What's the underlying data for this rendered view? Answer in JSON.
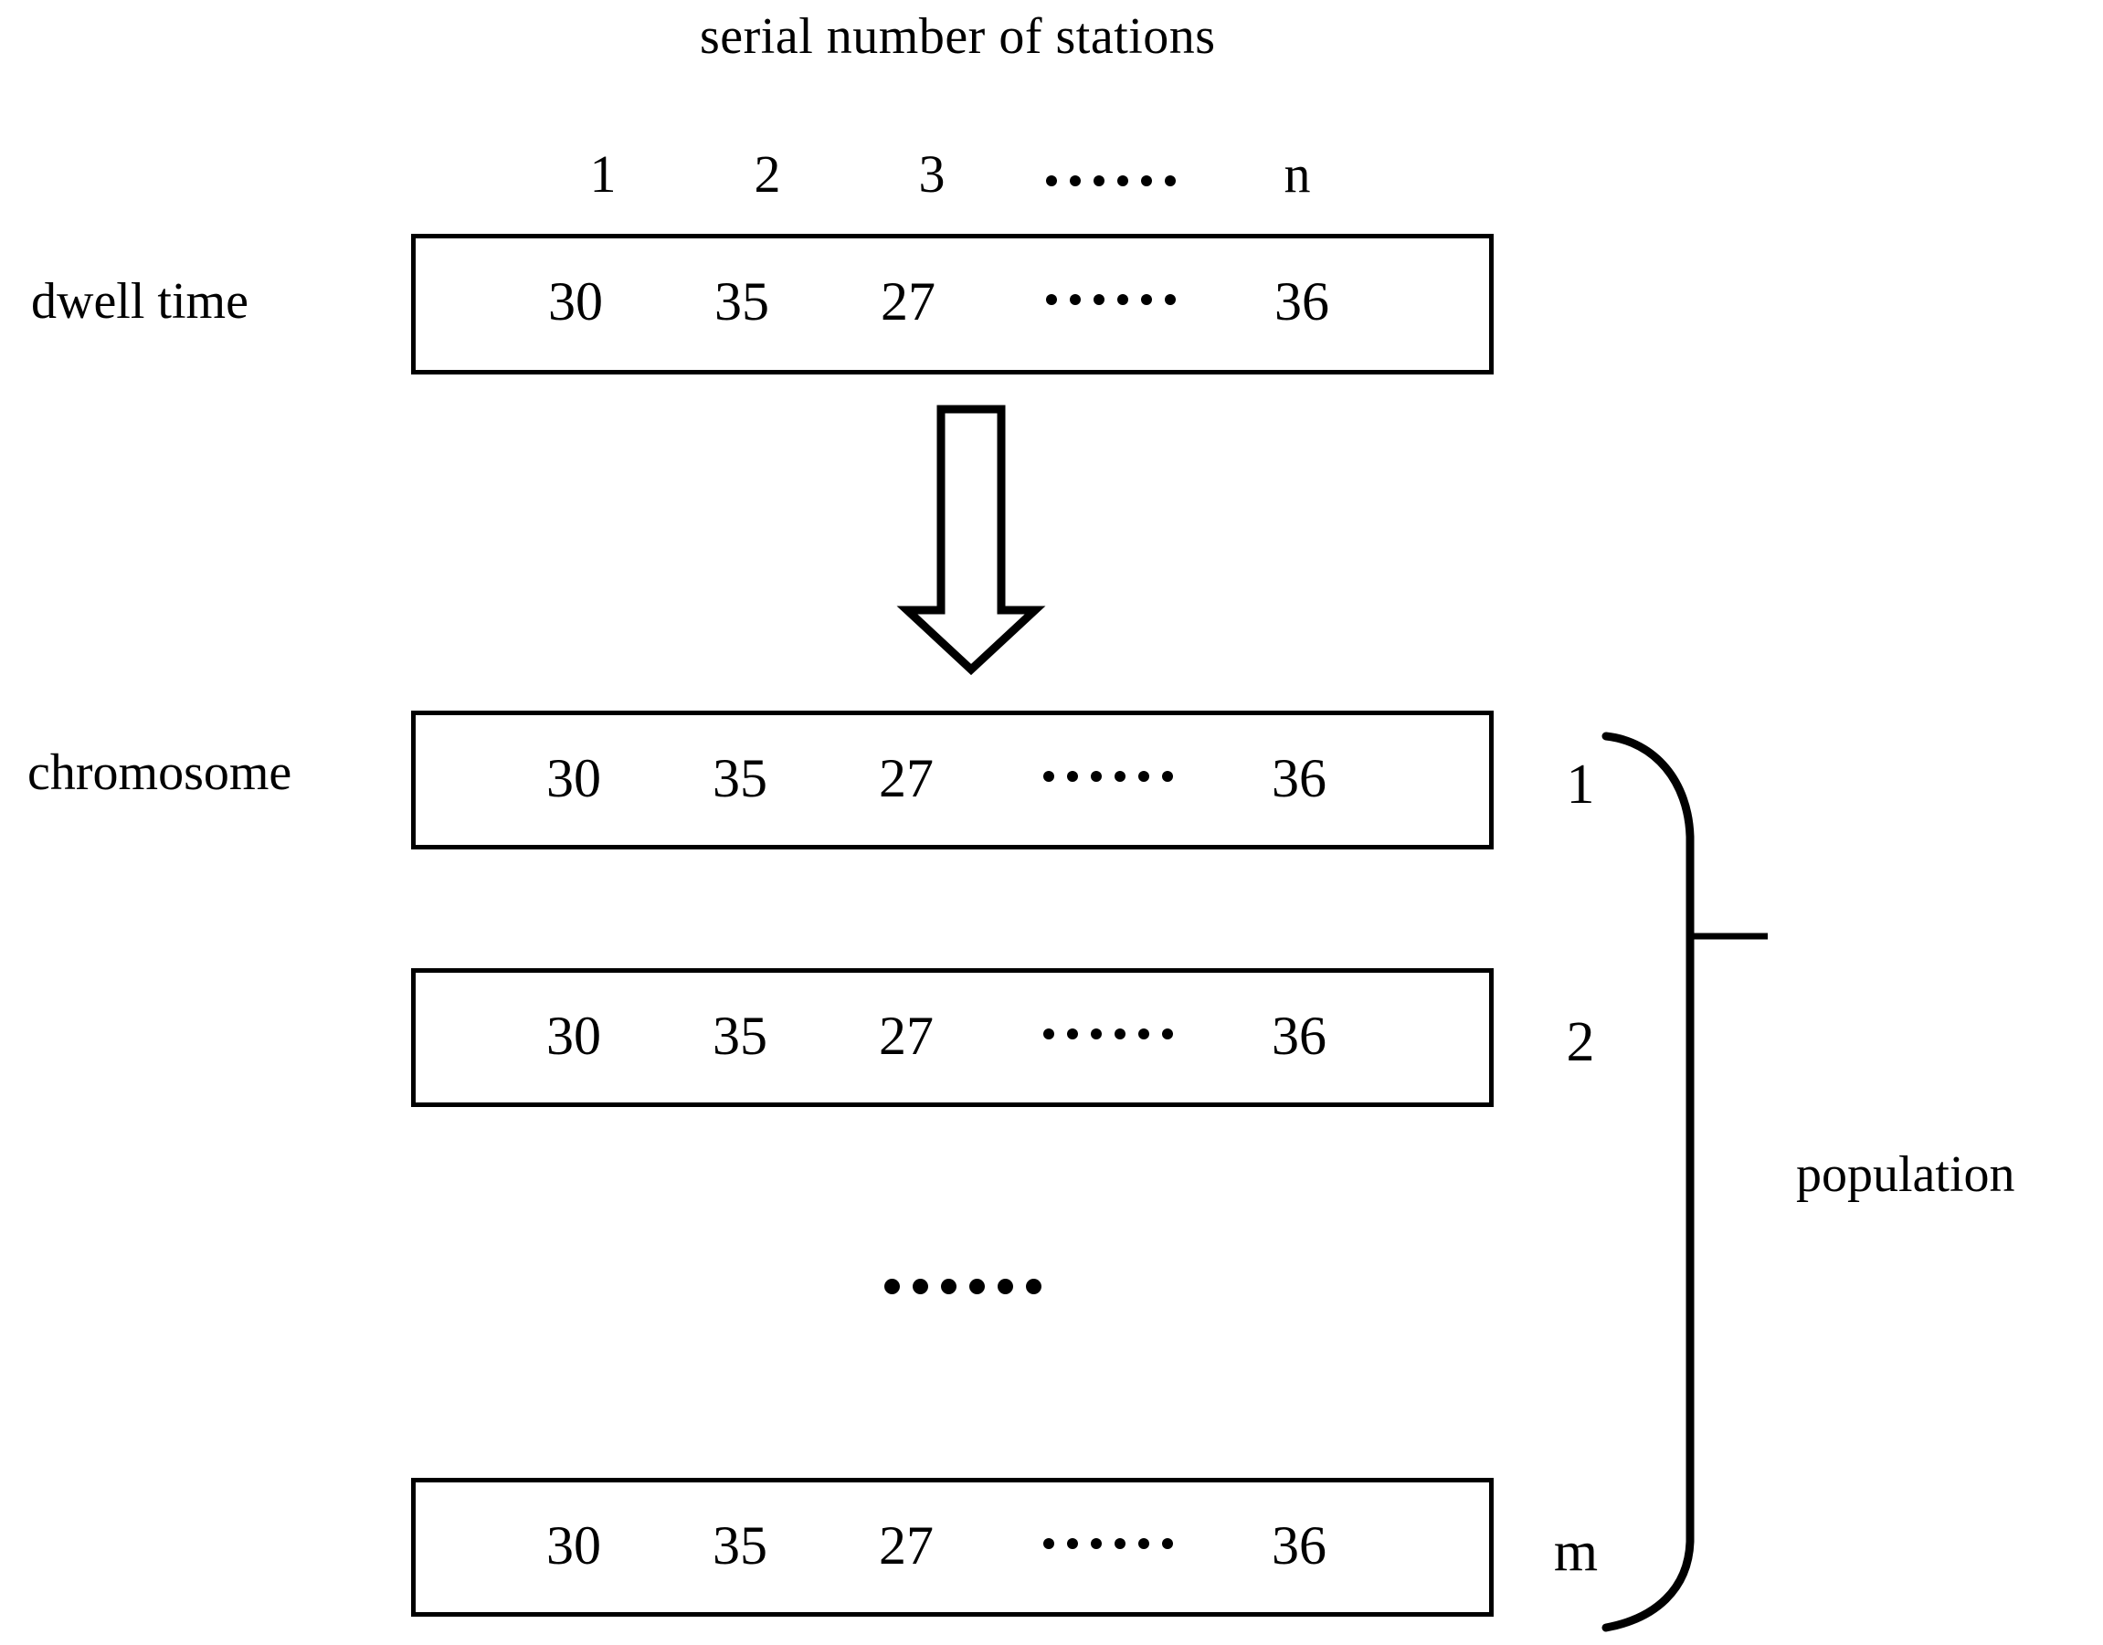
{
  "diagram": {
    "title": "serial number of stations",
    "labels": {
      "dwell_time": "dwell time",
      "chromosome": "chromosome",
      "population": "population"
    },
    "station_headers": [
      "1",
      "2",
      "3",
      "⋯",
      "n"
    ],
    "dwell_time_row": {
      "values": [
        "30",
        "35",
        "27",
        "⋯",
        "36"
      ]
    },
    "chromosomes": [
      {
        "index": "1",
        "values": [
          "30",
          "35",
          "27",
          "⋯",
          "36"
        ]
      },
      {
        "index": "2",
        "values": [
          "30",
          "35",
          "27",
          "⋯",
          "36"
        ]
      },
      {
        "index": "m",
        "values": [
          "30",
          "35",
          "27",
          "⋯",
          "36"
        ]
      }
    ],
    "vertical_ellipsis": "⋯",
    "icons": {
      "down_arrow": "down-block-arrow-icon",
      "brace": "right-curly-brace-icon",
      "ellipsis": "horizontal-ellipsis-icon"
    },
    "colors": {
      "stroke": "#000000",
      "background": "#ffffff"
    }
  }
}
